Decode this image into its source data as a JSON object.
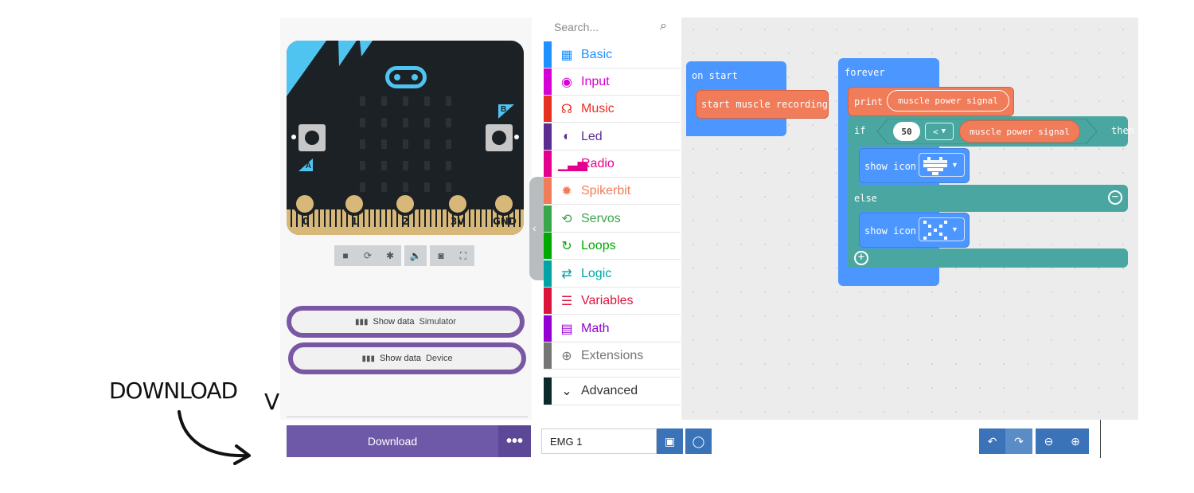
{
  "annotations": {
    "download": "DOWNLOAD",
    "view": "VIEW"
  },
  "simulator": {
    "pins": [
      "0",
      "1",
      "2",
      "3V",
      "GND"
    ],
    "button_a": "A",
    "button_b": "B",
    "toolbar_icons": [
      "stop-icon",
      "restart-icon",
      "debug-icon",
      "sound-icon",
      "screenshot-icon",
      "fullscreen-icon"
    ],
    "show_data_simulator": {
      "label": "Show data",
      "sub": "Simulator"
    },
    "show_data_device": {
      "label": "Show data",
      "sub": "Device"
    }
  },
  "toolbox": {
    "search_placeholder": "Search...",
    "categories": [
      {
        "label": "Basic",
        "color": "#1e90ff",
        "icon": "grid-icon"
      },
      {
        "label": "Input",
        "color": "#d400d4",
        "icon": "circle-icon"
      },
      {
        "label": "Music",
        "color": "#e63022",
        "icon": "headphones-icon"
      },
      {
        "label": "Led",
        "color": "#5c2d91",
        "icon": "toggle-icon"
      },
      {
        "label": "Radio",
        "color": "#e3008c",
        "icon": "signal-icon"
      },
      {
        "label": "Spikerbit",
        "color": "#f07c5a",
        "icon": "bug-icon"
      },
      {
        "label": "Servos",
        "color": "#3aa64b",
        "icon": "refresh-icon"
      },
      {
        "label": "Loops",
        "color": "#00aa00",
        "icon": "loop-icon"
      },
      {
        "label": "Logic",
        "color": "#00a4a6",
        "icon": "shuffle-icon"
      },
      {
        "label": "Variables",
        "color": "#dc143c",
        "icon": "list-icon"
      },
      {
        "label": "Math",
        "color": "#9400d3",
        "icon": "calculator-icon"
      },
      {
        "label": "Extensions",
        "color": "#757575",
        "icon": "plus-circle-icon"
      }
    ],
    "advanced": {
      "label": "Advanced",
      "color": "#0b2b2b"
    }
  },
  "workspace": {
    "on_start": {
      "label": "on start",
      "child": "start muscle recording"
    },
    "forever": {
      "label": "forever",
      "print_label": "print",
      "print_arg": "muscle power signal",
      "if_label": "if",
      "compare_value": "50",
      "compare_op": "<",
      "compare_arg": "muscle power signal",
      "then_label": "then",
      "show_icon_1": "show icon",
      "else_label": "else",
      "show_icon_2": "show icon"
    },
    "colors": {
      "event": "#4c97ff",
      "spiker": "#f07c5a",
      "logic": "#4aa6a0"
    }
  },
  "bottom_bar": {
    "download_label": "Download",
    "more_label": "•••",
    "project_name": "EMG 1",
    "icons": [
      "save-icon",
      "github-icon",
      "undo-icon",
      "redo-icon",
      "zoom-out-icon",
      "zoom-in-icon"
    ]
  }
}
